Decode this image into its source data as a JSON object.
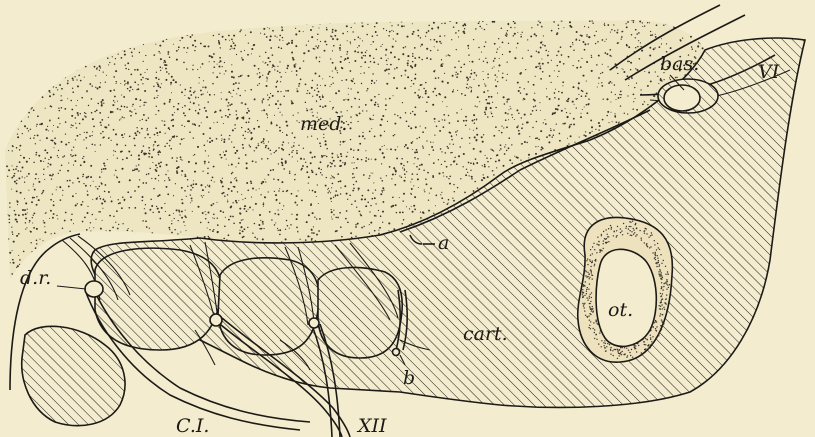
{
  "labels": {
    "med": "med.",
    "bas": "bas.",
    "vi": "VI",
    "a": "a",
    "ot": "ot.",
    "cart": "cart.",
    "dr": "d.r.",
    "b": "b",
    "ci": "C.I.",
    "xii": "XII"
  },
  "colors": {
    "paper": "#f3eccf",
    "ink": "#1c1a16"
  }
}
